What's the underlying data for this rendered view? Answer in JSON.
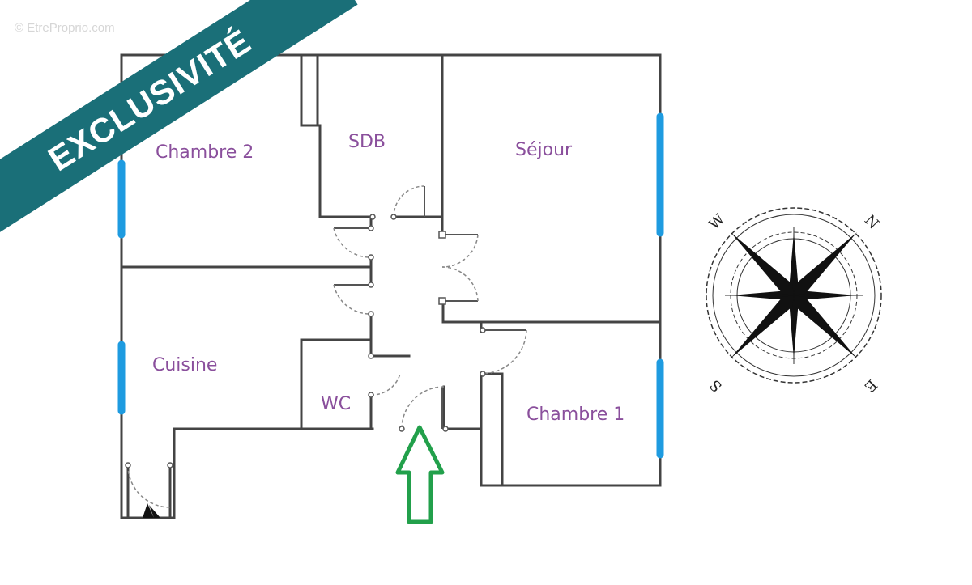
{
  "watermark": "© EtreProprio.com",
  "banner": {
    "label": "EXCLUSIVITÉ",
    "color": "#1a6f78"
  },
  "rooms": [
    {
      "id": "chambre-2",
      "label": "Chambre 2"
    },
    {
      "id": "sdb",
      "label": "SDB"
    },
    {
      "id": "sejour",
      "label": "Séjour"
    },
    {
      "id": "cuisine",
      "label": "Cuisine"
    },
    {
      "id": "wc",
      "label": "WC"
    },
    {
      "id": "chambre-1",
      "label": "Chambre 1"
    }
  ],
  "compass": {
    "n": "N",
    "e": "E",
    "s": "S",
    "w": "W"
  },
  "entrance_arrow": {
    "color": "#22a04b"
  },
  "colors": {
    "walls": "#444444",
    "windows": "#1e9be0",
    "labels": "#8a4f9c"
  }
}
